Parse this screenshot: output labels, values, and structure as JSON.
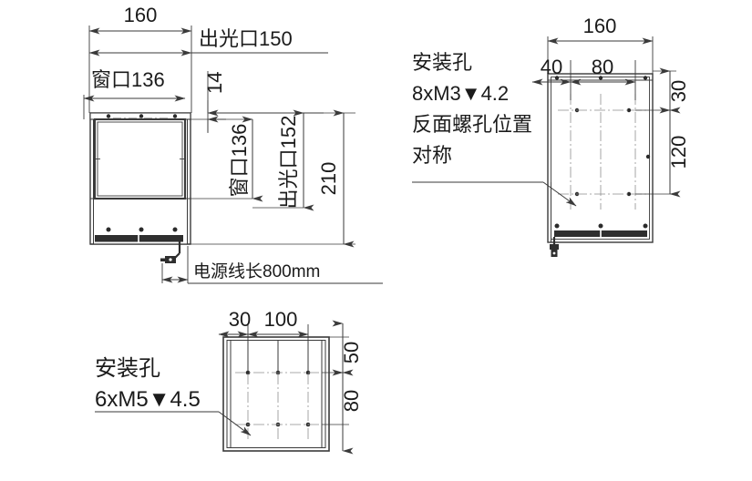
{
  "drawing": {
    "title": "Mechanical dimension drawing - light source module",
    "units": "mm",
    "line_color": "#3a3a3a",
    "solid_color": "#2b2b2b",
    "text_color": "#1b1b1b",
    "background": "#ffffff"
  },
  "views": {
    "front": {
      "name": "front-view",
      "dimensions": {
        "width_outer": "160",
        "light_exit_width": "出光口150",
        "window_width": "窗口136",
        "top_offset": "14",
        "window_height": "窗口136",
        "light_exit_height": "出光口152",
        "total_height": "210"
      },
      "note_cable": "电源线长800mm"
    },
    "side": {
      "name": "side-view",
      "dimensions": {
        "width_outer": "160",
        "hole_offset_left": "40",
        "hole_pitch": "80",
        "hole_top_offset": "30",
        "hole_span_vertical": "120"
      },
      "callout": {
        "line1": "安装孔",
        "line2": "8xM3▼4.2",
        "line3": "反面螺孔位置",
        "line4": "对称"
      }
    },
    "bottom": {
      "name": "bottom-view",
      "dimensions": {
        "hole_offset_left": "30",
        "hole_pitch": "100",
        "hole_top_offset": "50",
        "hole_span_vertical": "80"
      },
      "callout": {
        "line1": "安装孔",
        "line2": "6xM5▼4.5"
      }
    }
  },
  "icons": {
    "depth_symbol": "▼",
    "arrow": "arrow-head"
  }
}
